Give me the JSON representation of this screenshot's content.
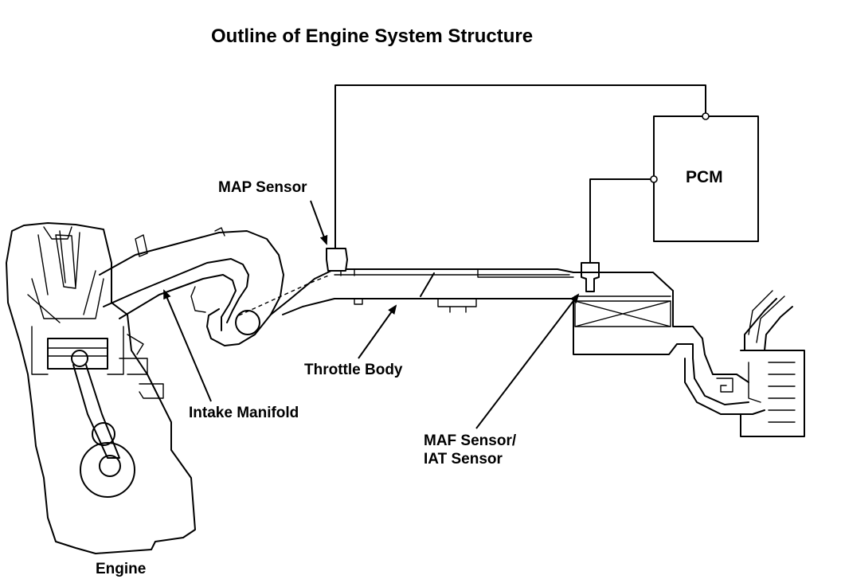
{
  "title": "Outline of Engine System Structure",
  "labels": {
    "pcm": "PCM",
    "map_sensor": "MAP Sensor",
    "throttle_body": "Throttle Body",
    "intake_manifold": "Intake Manifold",
    "maf_sensor_line1": "MAF Sensor/",
    "maf_sensor_line2": "IAT Sensor",
    "engine": "Engine"
  }
}
